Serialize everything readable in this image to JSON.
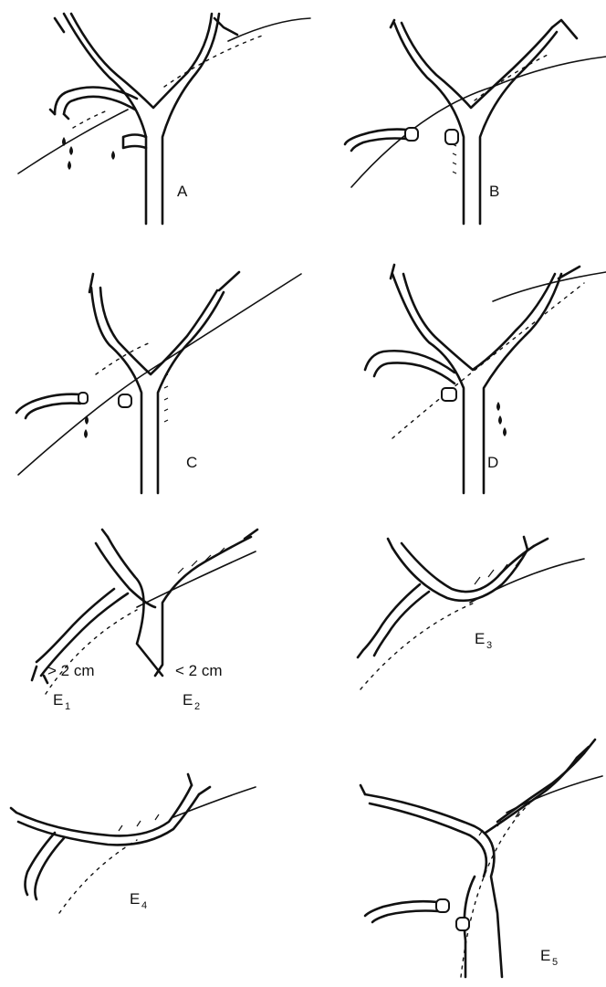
{
  "panels": {
    "a": {
      "label": "A"
    },
    "b": {
      "label": "B"
    },
    "c": {
      "label": "C"
    },
    "d": {
      "label": "D"
    },
    "e1": {
      "label": "E",
      "sub": "1",
      "measure": "> 2 cm"
    },
    "e2": {
      "label": "E",
      "sub": "2",
      "measure": "< 2 cm"
    },
    "e3": {
      "label": "E",
      "sub": "3"
    },
    "e4": {
      "label": "E",
      "sub": "4"
    },
    "e5": {
      "label": "E",
      "sub": "5"
    }
  }
}
